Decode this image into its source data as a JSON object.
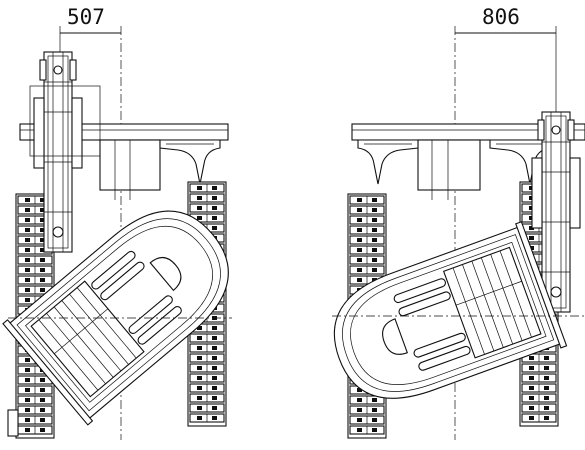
{
  "diagram": {
    "views": [
      {
        "id": "left-view",
        "dimension_label": "507"
      },
      {
        "id": "right-view",
        "dimension_label": "806"
      }
    ],
    "colors": {
      "line": "#111111",
      "background": "#ffffff"
    }
  }
}
